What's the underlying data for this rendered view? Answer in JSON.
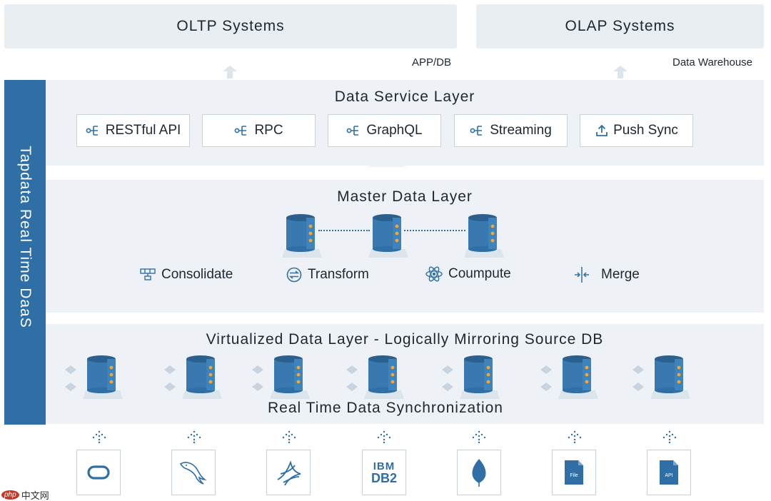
{
  "top": {
    "oltp": "OLTP Systems",
    "olap": "OLAP Systems",
    "app_db": "APP/DB",
    "data_warehouse": "Data Warehouse"
  },
  "sidebar": {
    "label": "Tapdata Real Time DaaS"
  },
  "service_layer": {
    "title": "Data Service Layer",
    "buttons": [
      "RESTful API",
      "RPC",
      "GraphQL",
      "Streaming",
      "Push Sync"
    ]
  },
  "master_layer": {
    "title": "Master Data Layer",
    "operations": [
      "Consolidate",
      "Transform",
      "Coumpute",
      "Merge"
    ]
  },
  "virtual_layer": {
    "title": "Virtualized Data Layer - Logically Mirroring Source DB",
    "sync_label": "Real Time Data Synchronization"
  },
  "sources": {
    "ibm_line1": "IBM",
    "ibm_line2": "DB2",
    "file_label": "File",
    "api_label": "API"
  },
  "watermark": {
    "badge": "php",
    "text": "中文网"
  },
  "colors": {
    "accent": "#2f6fa6",
    "cylinder_body": "#3a78b0",
    "cylinder_top": "#2b5f8e",
    "indicator": "#f0a830",
    "layer_bg": "#eef2f6"
  }
}
